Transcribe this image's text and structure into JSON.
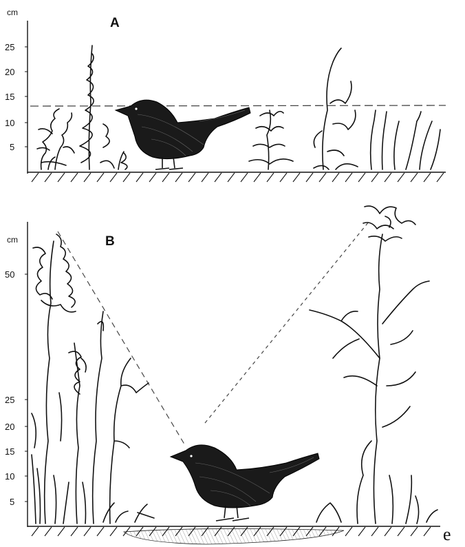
{
  "panel_a": {
    "letter": "A",
    "unit": "cm",
    "ticks": [
      "5",
      "10",
      "15",
      "20",
      "25"
    ]
  },
  "panel_b": {
    "letter": "B",
    "unit": "cm",
    "ticks": [
      "5",
      "10",
      "15",
      "20",
      "25",
      "50"
    ]
  },
  "corner_mark": "e"
}
